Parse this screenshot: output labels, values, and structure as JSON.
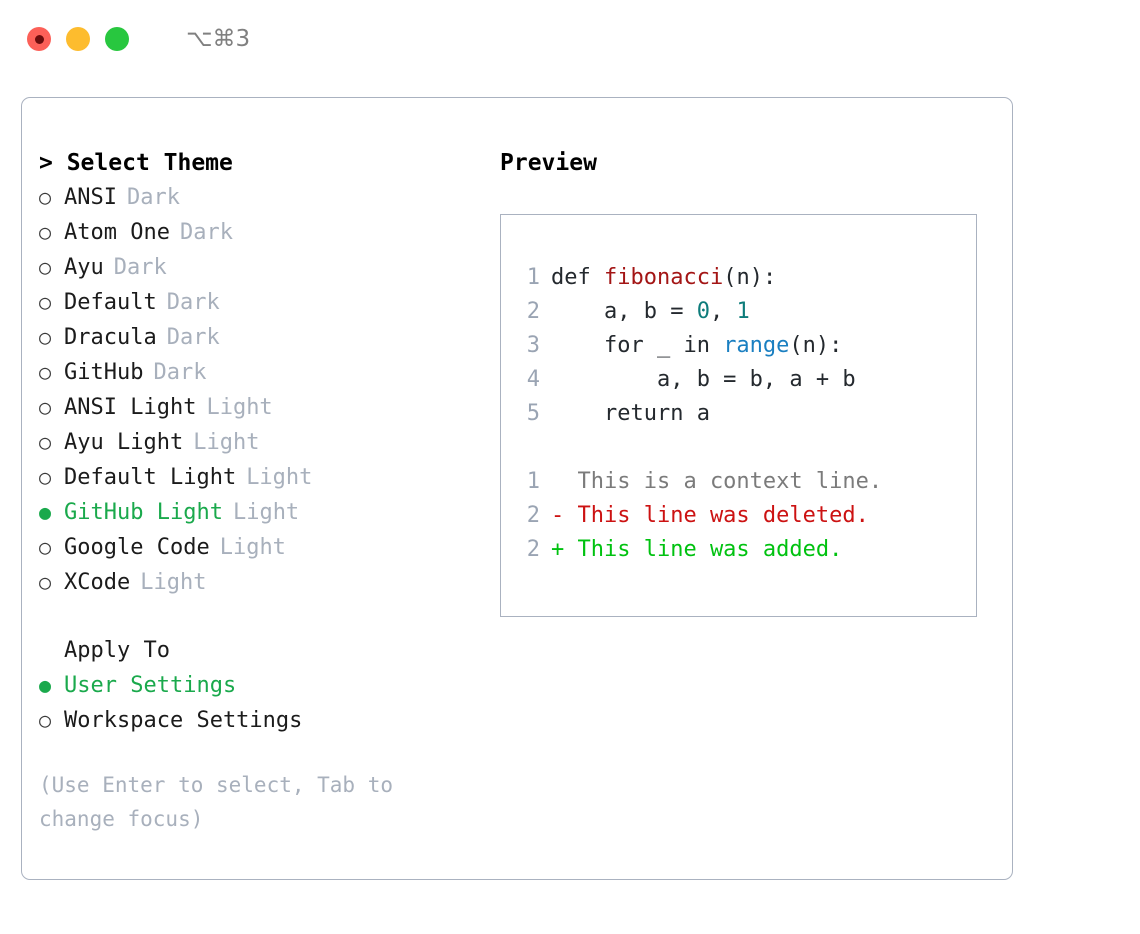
{
  "window": {
    "shortcut": "⌥⌘3",
    "traffic_lights": [
      {
        "name": "close",
        "color": "#fc6058"
      },
      {
        "name": "minimize",
        "color": "#fdbc2e"
      },
      {
        "name": "maximize",
        "color": "#28c73f"
      }
    ]
  },
  "colors": {
    "selected_green": "#1aa94c",
    "muted": "#a8b0bc",
    "border": "#aab2c0",
    "diff_add": "#00c210",
    "diff_del": "#cc1212",
    "keyword_fn": "#a31515",
    "number": "#0e7c7b",
    "call": "#1a7fc1"
  },
  "theme_panel": {
    "heading_prefix": "> ",
    "heading": "Select Theme",
    "marker_on": "●",
    "marker_off": "○",
    "items": [
      {
        "label": "ANSI",
        "variant": "Dark",
        "selected": false
      },
      {
        "label": "Atom One",
        "variant": "Dark",
        "selected": false
      },
      {
        "label": "Ayu",
        "variant": "Dark",
        "selected": false
      },
      {
        "label": "Default",
        "variant": "Dark",
        "selected": false
      },
      {
        "label": "Dracula",
        "variant": "Dark",
        "selected": false
      },
      {
        "label": "GitHub",
        "variant": "Dark",
        "selected": false
      },
      {
        "label": "ANSI Light",
        "variant": "Light",
        "selected": false
      },
      {
        "label": "Ayu Light",
        "variant": "Light",
        "selected": false
      },
      {
        "label": "Default Light",
        "variant": "Light",
        "selected": false
      },
      {
        "label": "GitHub Light",
        "variant": "Light",
        "selected": true
      },
      {
        "label": "Google Code",
        "variant": "Light",
        "selected": false
      },
      {
        "label": "XCode",
        "variant": "Light",
        "selected": false
      }
    ]
  },
  "apply_to": {
    "title": "Apply To",
    "items": [
      {
        "label": "User Settings",
        "selected": true
      },
      {
        "label": "Workspace Settings",
        "selected": false
      }
    ]
  },
  "hint": "(Use Enter to select, Tab to change focus)",
  "preview": {
    "title": "Preview",
    "code_lines": [
      {
        "number": "1",
        "tokens": [
          {
            "text": "def ",
            "kind": "plain"
          },
          {
            "text": "fibonacci",
            "kind": "fn"
          },
          {
            "text": "(n):",
            "kind": "plain"
          }
        ]
      },
      {
        "number": "2",
        "tokens": [
          {
            "text": "    a, b = ",
            "kind": "plain"
          },
          {
            "text": "0",
            "kind": "num"
          },
          {
            "text": ", ",
            "kind": "plain"
          },
          {
            "text": "1",
            "kind": "num"
          }
        ]
      },
      {
        "number": "3",
        "tokens": [
          {
            "text": "    for _ in ",
            "kind": "plain"
          },
          {
            "text": "range",
            "kind": "call"
          },
          {
            "text": "(n):",
            "kind": "plain"
          }
        ]
      },
      {
        "number": "4",
        "tokens": [
          {
            "text": "        a, b = b, a + b",
            "kind": "plain"
          }
        ]
      },
      {
        "number": "5",
        "tokens": [
          {
            "text": "    return a",
            "kind": "plain"
          }
        ]
      }
    ],
    "diff_lines": [
      {
        "number": "1",
        "prefix": "  ",
        "text": "This is a context line.",
        "kind": "ctx"
      },
      {
        "number": "2",
        "prefix": "- ",
        "text": "This line was deleted.",
        "kind": "del"
      },
      {
        "number": "2",
        "prefix": "+ ",
        "text": "This line was added.",
        "kind": "add"
      }
    ]
  }
}
